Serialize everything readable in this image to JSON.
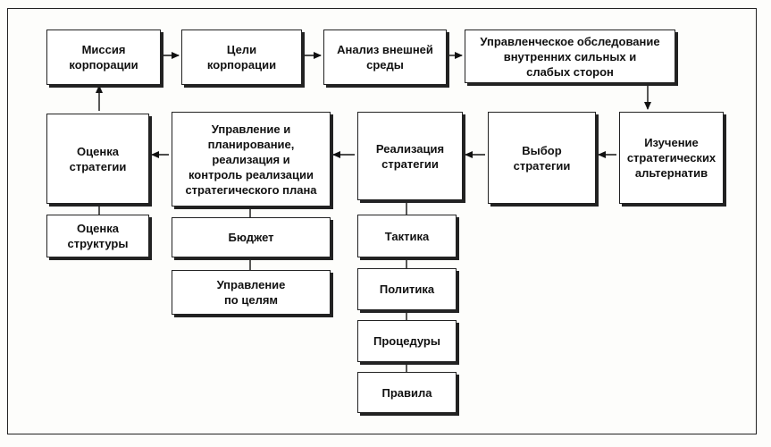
{
  "boxes": {
    "mission": "Миссия\nкорпорации",
    "goals": "Цели\nкорпорации",
    "external": "Анализ внешней\nсреды",
    "internal": "Управленческое обследование\nвнутренних сильных и\nслабых сторон",
    "alternatives": "Изучение\nстратегических\nальтернатив",
    "choice": "Выбор\nстратегии",
    "implementation": "Реализация\nстратегии",
    "management": "Управление и\nпланирование,\nреализация и\nконтроль реализации\nстратегического плана",
    "evaluation": "Оценка\nстратегии",
    "structure_eval": "Оценка\nструктуры",
    "budget": "Бюджет",
    "mbo": "Управление\nпо целям",
    "tactics": "Тактика",
    "policy": "Политика",
    "procedures": "Процедуры",
    "rules": "Правила"
  }
}
